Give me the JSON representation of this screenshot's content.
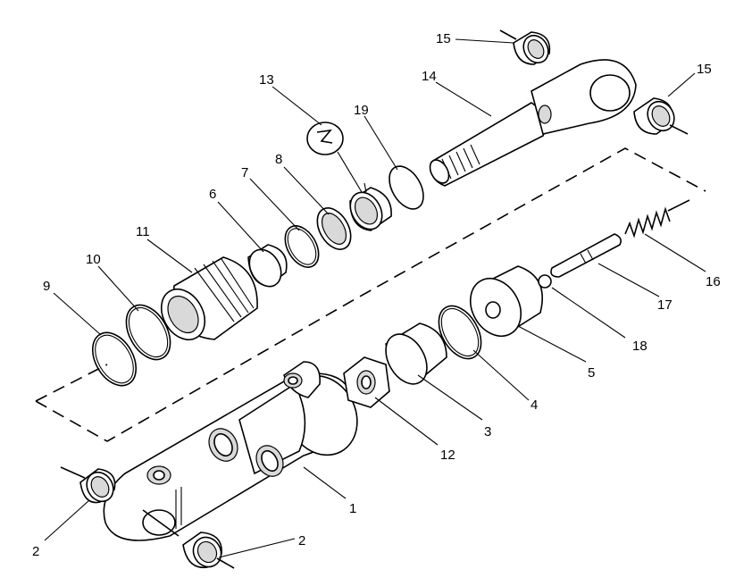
{
  "callouts": {
    "c1": "1",
    "c2a": "2",
    "c2b": "2",
    "c3": "3",
    "c4": "4",
    "c5": "5",
    "c6": "6",
    "c7": "7",
    "c8": "8",
    "c9": "9",
    "c10": "10",
    "c11": "11",
    "c12": "12",
    "c13": "13",
    "c14": "14",
    "c15a": "15",
    "c15b": "15",
    "c16": "16",
    "c17": "17",
    "c18": "18",
    "c19": "19"
  }
}
